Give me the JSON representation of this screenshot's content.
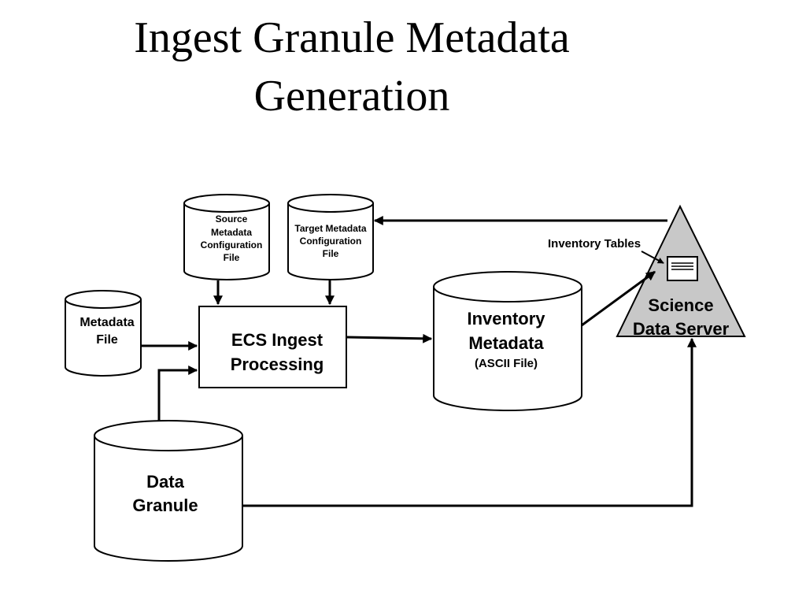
{
  "title": {
    "line1": "Ingest Granule Metadata",
    "line2": "Generation"
  },
  "nodes": {
    "source_config": {
      "lines": [
        "Source",
        "Metadata",
        "Configuration",
        "File"
      ]
    },
    "target_config": {
      "lines": [
        "Target Metadata",
        "Configuration",
        "File"
      ]
    },
    "metadata_file": {
      "lines": [
        "Metadata",
        "File"
      ]
    },
    "ecs_ingest": {
      "lines": [
        "ECS Ingest",
        "Processing"
      ]
    },
    "inventory_metadata": {
      "lines": [
        "Inventory",
        "Metadata"
      ],
      "sub": "(ASCII File)"
    },
    "data_granule": {
      "lines": [
        "Data",
        "Granule"
      ]
    },
    "science_server": {
      "lines": [
        "Science",
        "Data Server"
      ]
    }
  },
  "labels": {
    "inventory_tables": "Inventory Tables"
  },
  "colors": {
    "server_fill": "#c8c8c8",
    "stroke": "#000000",
    "background": "#ffffff"
  }
}
